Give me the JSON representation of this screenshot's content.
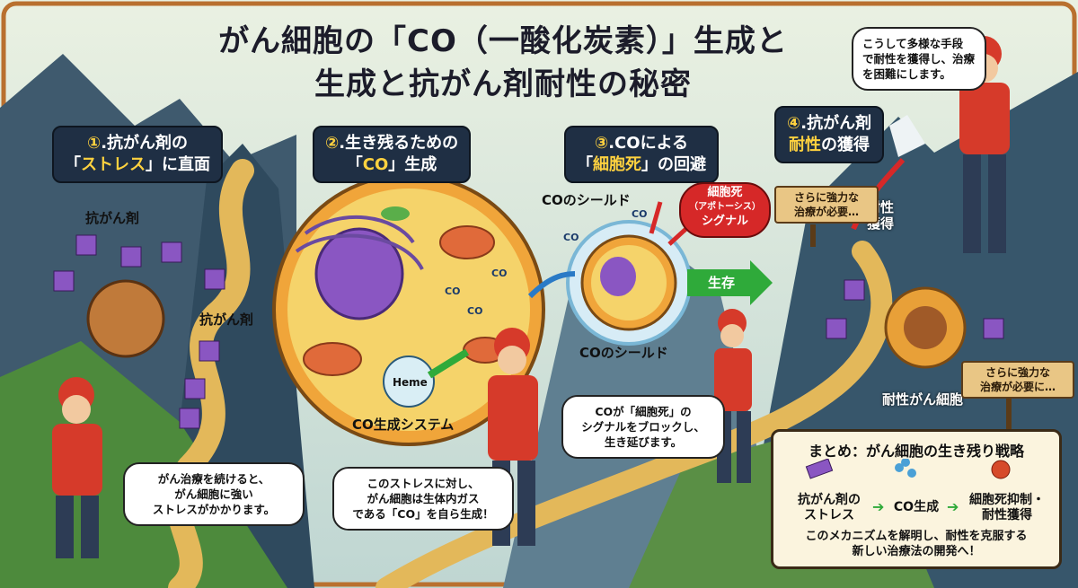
{
  "title": {
    "line1": "がん細胞の「CO（一酸化炭素）」生成と",
    "line2": "生成と抗がん剤耐性の秘密"
  },
  "steps": [
    {
      "num": "①",
      "line1": ".抗がん剤の",
      "line2_pre": "「",
      "line2_hl": "ストレス",
      "line2_post": "」に直面"
    },
    {
      "num": "②",
      "line1": ".生き残るための",
      "line2_pre": "「",
      "line2_hl": "CO",
      "line2_post": "」生成"
    },
    {
      "num": "③",
      "line1": ".COによる",
      "line2_pre": "「",
      "line2_hl": "細胞死",
      "line2_post": "」の回避"
    },
    {
      "num": "④",
      "line1": ".抗がん剤",
      "line2_pre": "",
      "line2_hl": "耐性",
      "line2_post": "の獲得"
    }
  ],
  "labels": {
    "drug_top": "抗がん剤",
    "drug_mid": "抗がん剤",
    "heme": "Heme",
    "co_system": "CO生成システム",
    "co_shield_top": "COのシールド",
    "co_shield_bottom": "COのシールド",
    "apoptosis": "細胞死",
    "apoptosis_sub": "（アポトーシス）",
    "apoptosis_signal": "シグナル",
    "survive": "生存",
    "resistance_gain_1": "耐性",
    "resistance_gain_2": "獲得",
    "resistant_cell": "耐性がん細胞",
    "co": "CO"
  },
  "signs": {
    "upper": "さらに強力な\n治療が必要…",
    "lower": "さらに強力な\n治療が必要に…"
  },
  "bubbles": {
    "b1": "がん治療を続けると、\nがん細胞に強い\nストレスがかかります。",
    "b2": "このストレスに対し、\nがん細胞は生体内ガス\nである「CO」を自ら生成！",
    "b3": "COが「細胞死」の\nシグナルをブロックし、\n生き延びます。",
    "b4": "こうして多様な手段\nで耐性を獲得し、治療\nを困難にします。"
  },
  "summary": {
    "heading": "まとめ：がん細胞の生き残り戦略",
    "c1": "抗がん剤の\nストレス",
    "c2": "CO生成",
    "c3": "細胞死抑制・\n耐性獲得",
    "footer": "このメカニズムを解明し、耐性を克服する\n新しい治療法の開発へ！"
  },
  "colors": {
    "sky": "#dbe8d8",
    "mountain": "#3f5a6e",
    "path": "#e3b85a",
    "cell_outer": "#f0a53a",
    "cell_inner": "#f5d36a",
    "nucleus": "#8a56c2",
    "jacket": "#d63a2a",
    "green_arrow": "#2faa3a",
    "step_bg": "#1f2f44",
    "highlight": "#ffd23f"
  }
}
